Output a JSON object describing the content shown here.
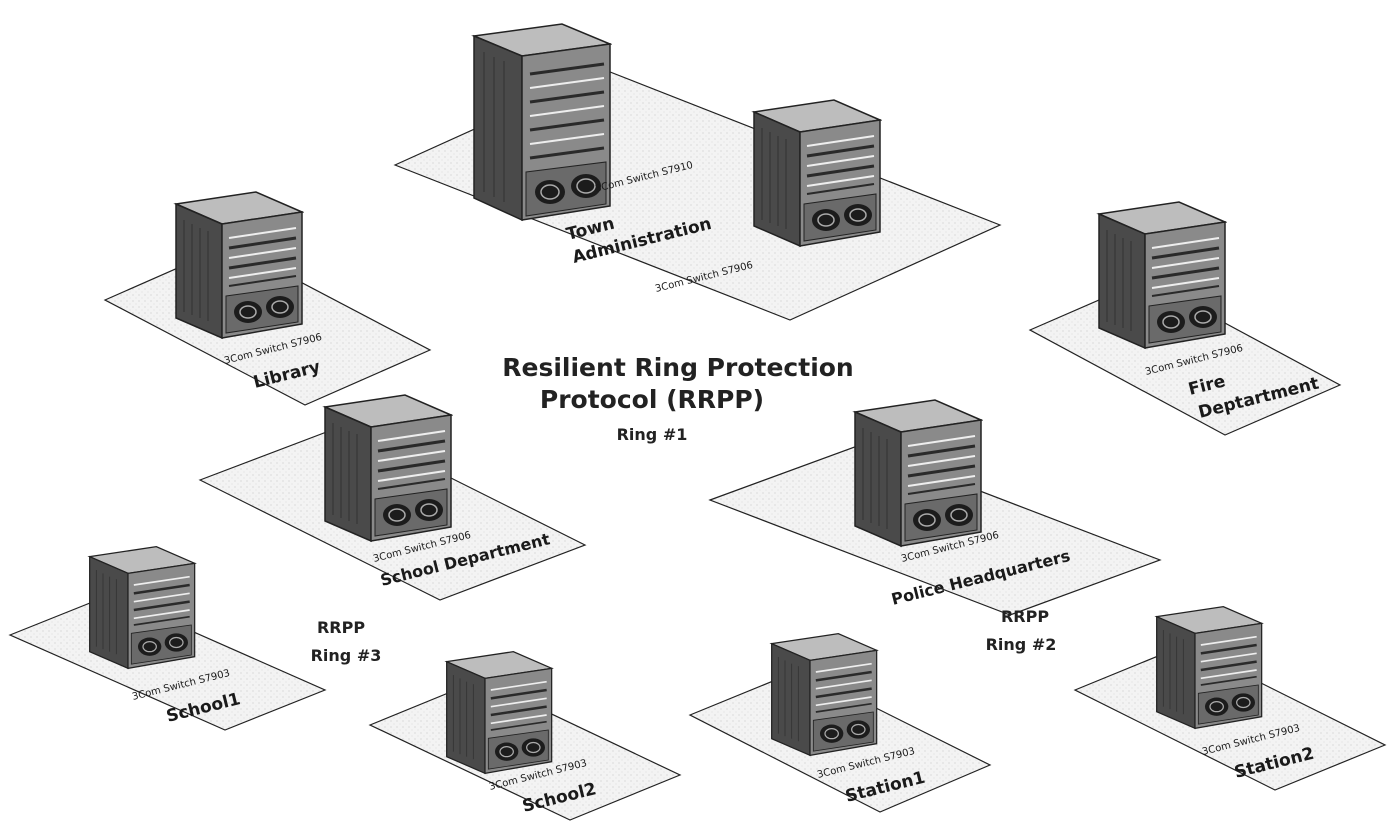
{
  "diagram": {
    "title_line1": "Resilient Ring Protection",
    "title_line2": "Protocol (RRPP)",
    "ring1_label": "Ring #1",
    "ring2_line1": "RRPP",
    "ring2_line2": "Ring #2",
    "ring3_line1": "RRPP",
    "ring3_line2": "Ring #3"
  },
  "sites": {
    "town_admin": {
      "name_line1": "Town",
      "name_line2": "Administration",
      "switch_main": "3Com Switch S7910",
      "switch_secondary": "3Com Switch S7906"
    },
    "library": {
      "name": "Library",
      "switch": "3Com Switch S7906"
    },
    "fire_department": {
      "name_line1": "Fire",
      "name_line2": "Deptartment",
      "switch": "3Com Switch S7906"
    },
    "school_department": {
      "name": "School Department",
      "switch": "3Com Switch S7906"
    },
    "police_headquarters": {
      "name": "Police Headquarters",
      "switch": "3Com Switch S7906"
    },
    "school1": {
      "name": "School1",
      "switch": "3Com Switch S7903"
    },
    "school2": {
      "name": "School2",
      "switch": "3Com Switch S7903"
    },
    "station1": {
      "name": "Station1",
      "switch": "3Com Switch S7903"
    },
    "station2": {
      "name": "Station2",
      "switch": "3Com Switch S7903"
    }
  },
  "colors": {
    "platform_fill": "#f4f4f4",
    "switch_front": "#8a8a8a",
    "switch_side": "#4a4a4a",
    "switch_top": "#bdbdbd",
    "label_text": "#1a1a1a"
  },
  "icons": [
    "network-switch-chassis-icon"
  ]
}
